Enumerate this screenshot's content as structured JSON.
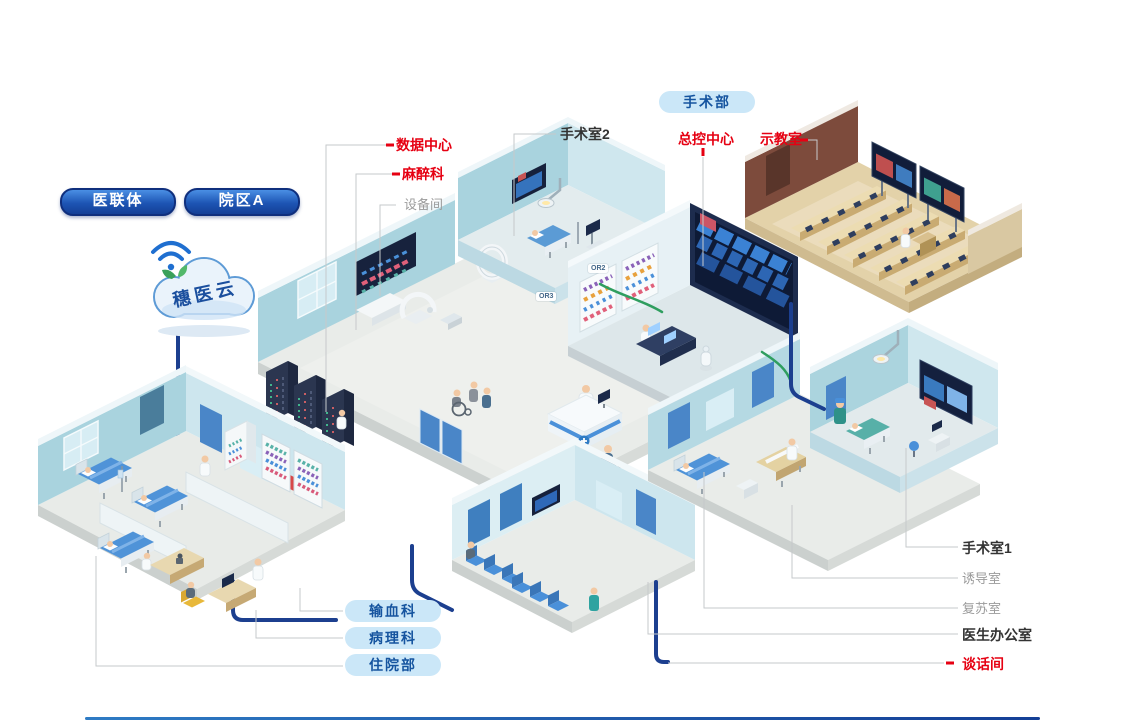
{
  "surgery_badge": "手术部",
  "cloud": {
    "name": "穗医云",
    "alliance_badge": "医联体",
    "campus_badge": "院区A"
  },
  "labels": {
    "data_center": "数据中心",
    "anesthesia": "麻醉科",
    "equipment_room": "设备间",
    "or2_room": "手术室2",
    "master_control": "总控中心",
    "demo_room": "示教室",
    "or1_room": "手术室1",
    "induction_room": "诱导室",
    "recovery_room": "复苏室",
    "doctor_office": "医生办公室",
    "talk_room": "谈话间",
    "blood_dept": "输血科",
    "pathology_dept": "病理科",
    "inpatient_dept": "住院部"
  },
  "room_tags": {
    "or3": "OR3",
    "or2": "OR2"
  },
  "colors": {
    "accent_red": "#e60012",
    "navy_line": "#1c3f8f",
    "cable_green": "#2f9e5f",
    "badge_blue_dark": "#1b4fae",
    "badge_blue_light": "#cbe7f8",
    "label_gray": "#9b9b9b",
    "label_dark": "#333333",
    "wall_teal": "#a9d3de",
    "floor_tan": "#e3d2a9"
  }
}
